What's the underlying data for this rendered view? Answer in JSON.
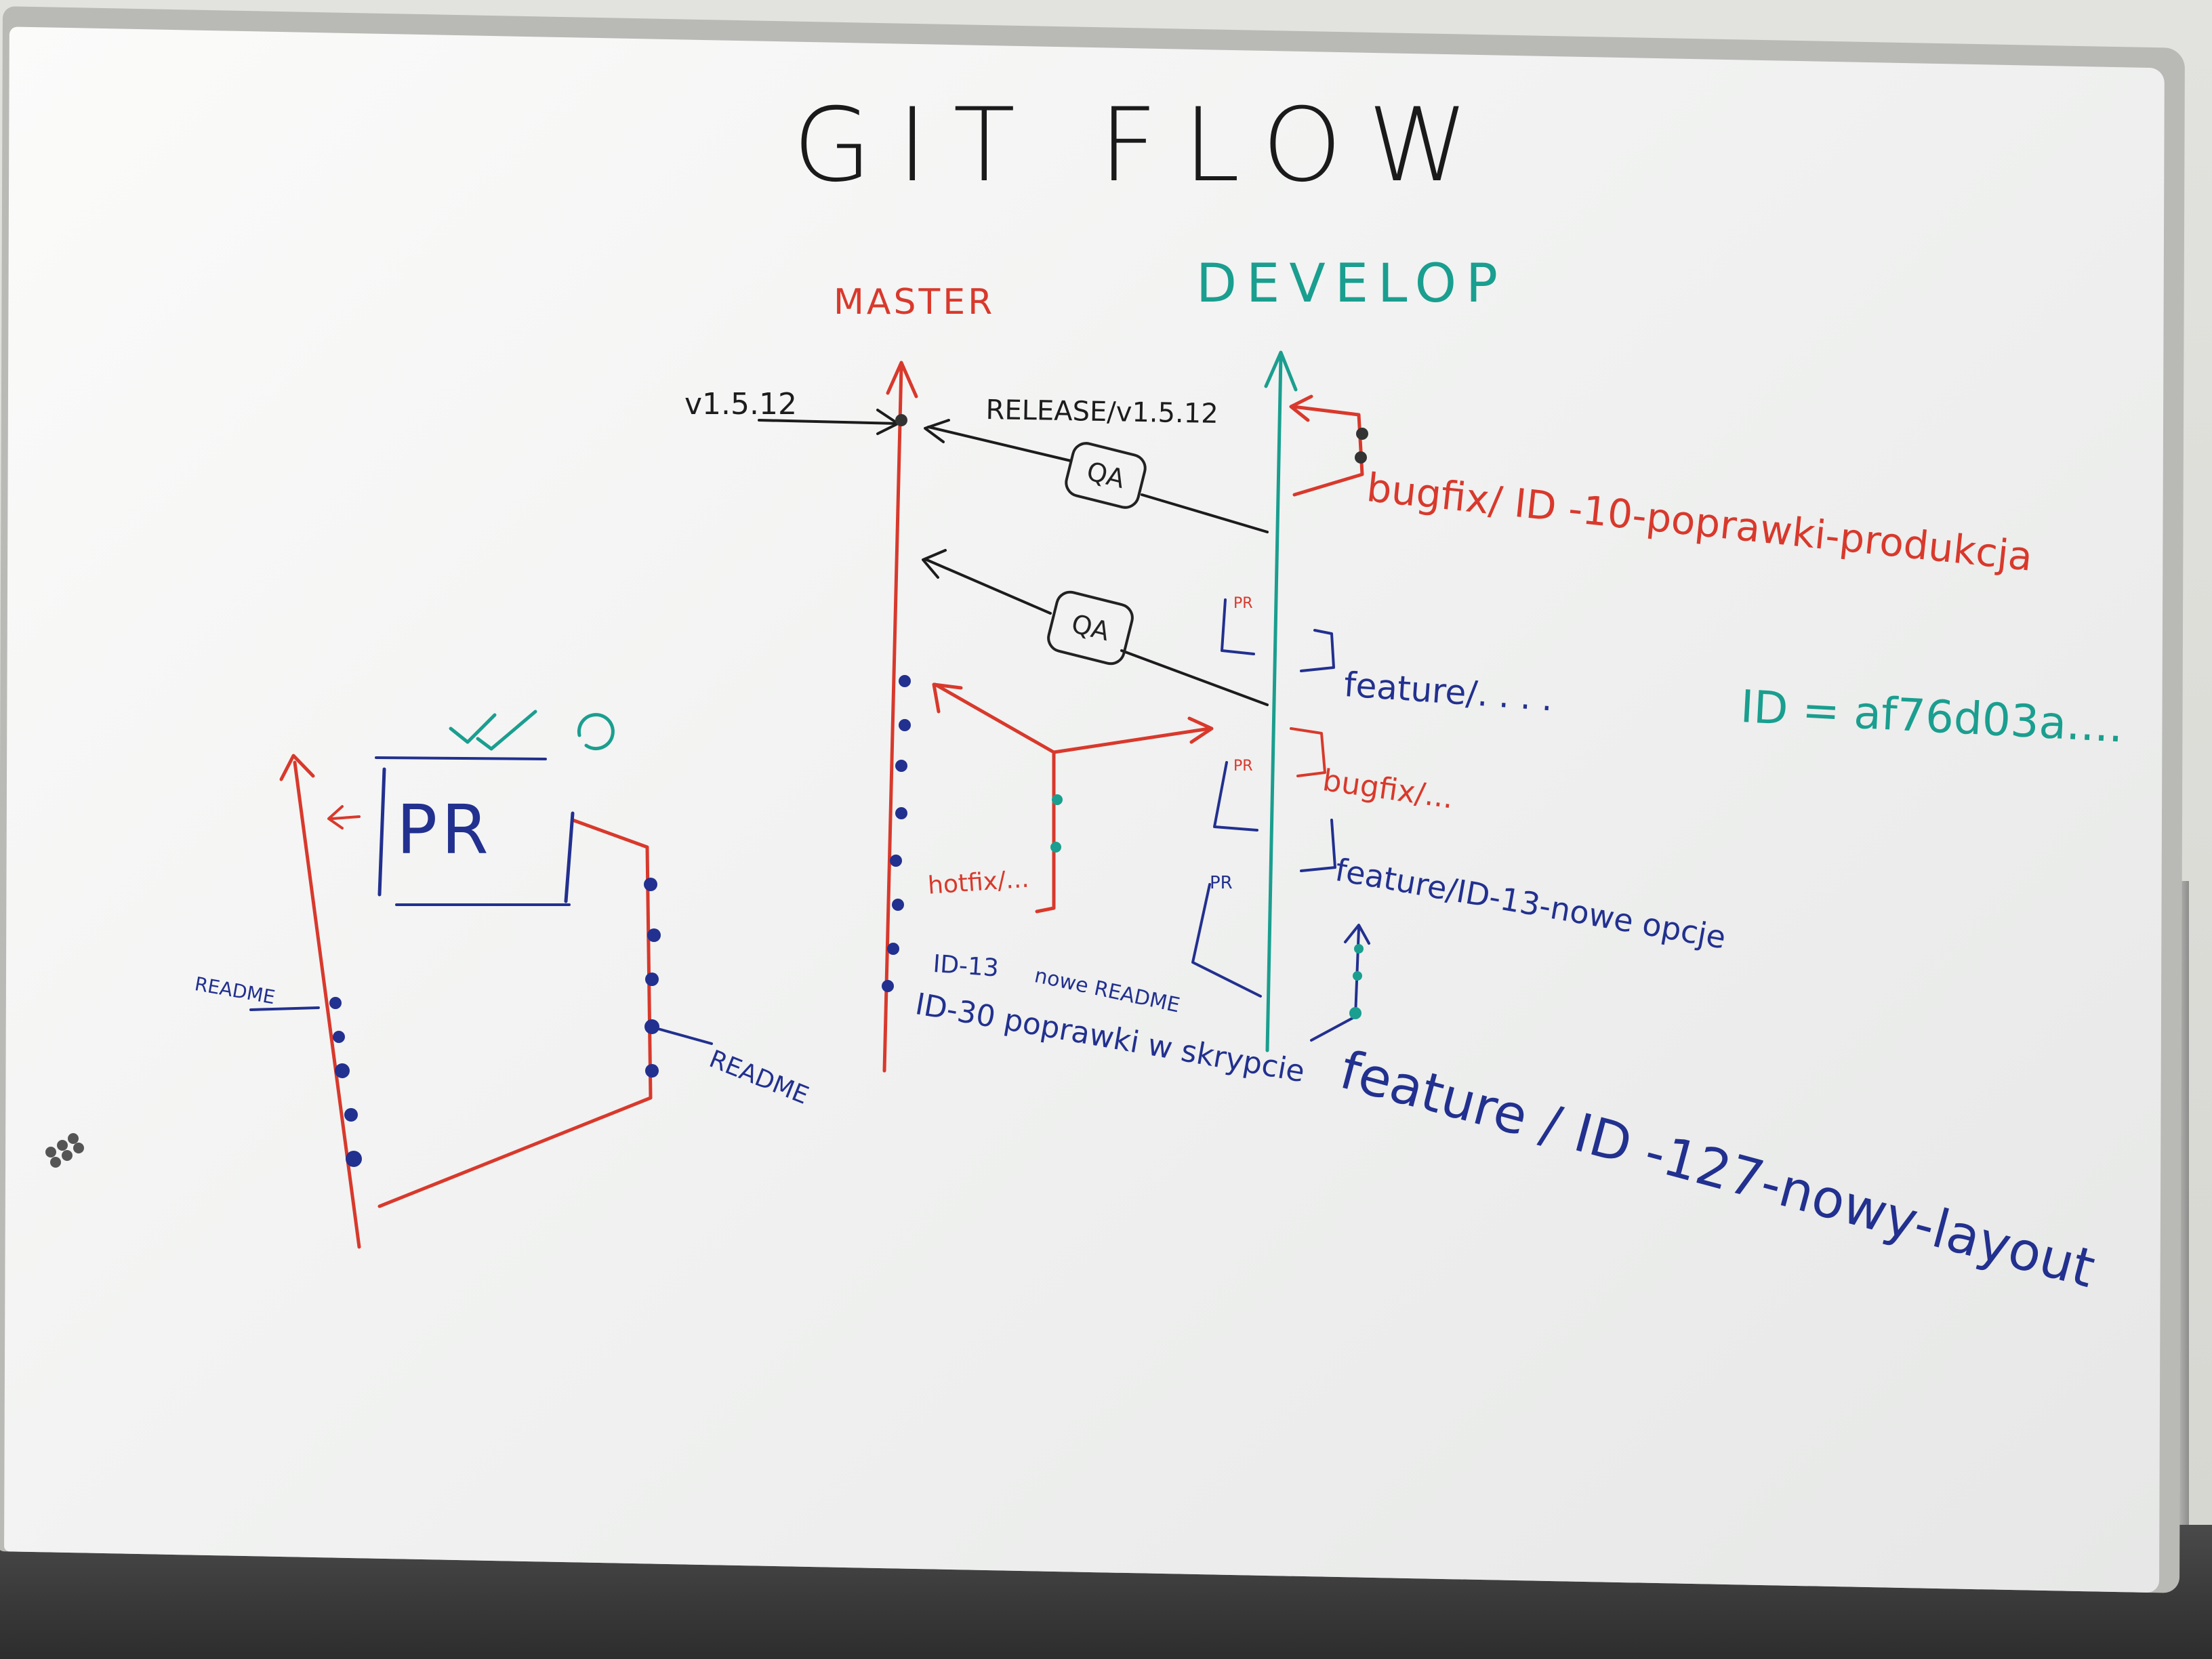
{
  "whiteboard": {
    "title": "GIT FLOW",
    "master_label": "MASTER",
    "develop_label": "DEVELOP",
    "version_tag": "v1.5.12",
    "release_branch": "RELEASE/v1.5.12",
    "qa_box_1": "QA",
    "qa_box_2": "QA",
    "bugfix_branch_1": "bugfix/ ID -10-poprawki-produkcja",
    "feature_branch_1": "feature/. . . .",
    "id_note": "ID = af76d03a....",
    "bugfix_branch_2": "bugfix/...",
    "feature_branch_2": "feature/ID-13-nowe opcje",
    "hotfix_branch": "hotfix/...",
    "commit_id13": "ID-13",
    "commit_nowe_readme": "nowe README",
    "commit_id30": "ID-30 poprawki w skrypcie",
    "feature_branch_3": "feature / ID -127-nowy-layout",
    "pr_label": "PR",
    "readme_left": "README",
    "readme_right": "README",
    "pr_marker": "PR"
  },
  "colors": {
    "red_marker": "#d8392c",
    "teal_marker": "#1a9e8f",
    "blue_marker": "#22308f",
    "black_marker": "#1c1c1c",
    "board": "#f4f5f4"
  }
}
